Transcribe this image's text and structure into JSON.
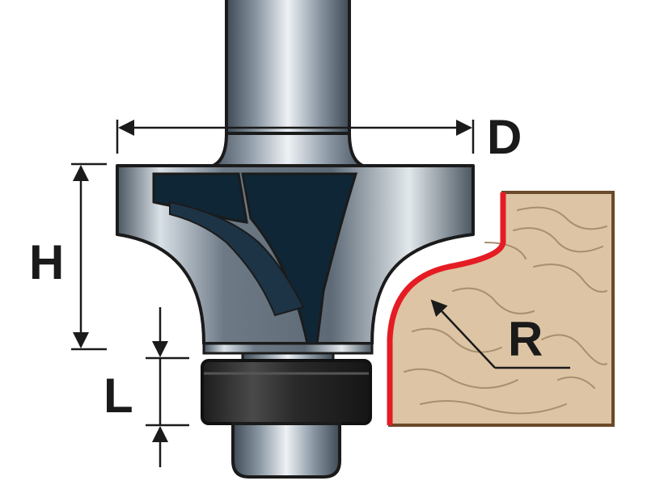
{
  "labels": {
    "diameter": "D",
    "height": "H",
    "bearing_offset": "L",
    "radius": "R"
  },
  "colors": {
    "outline": "#1b1b1b",
    "steel_light": "#d9e0e6",
    "steel_dark": "#3e4a55",
    "cutter_dark": "#0f2636",
    "bearing": "#2b2b2b",
    "wood": "#dcc4a4",
    "wood_grain": "#a8906e",
    "wood_edge": "#6b4a2a",
    "profile_red": "#e51c23"
  }
}
